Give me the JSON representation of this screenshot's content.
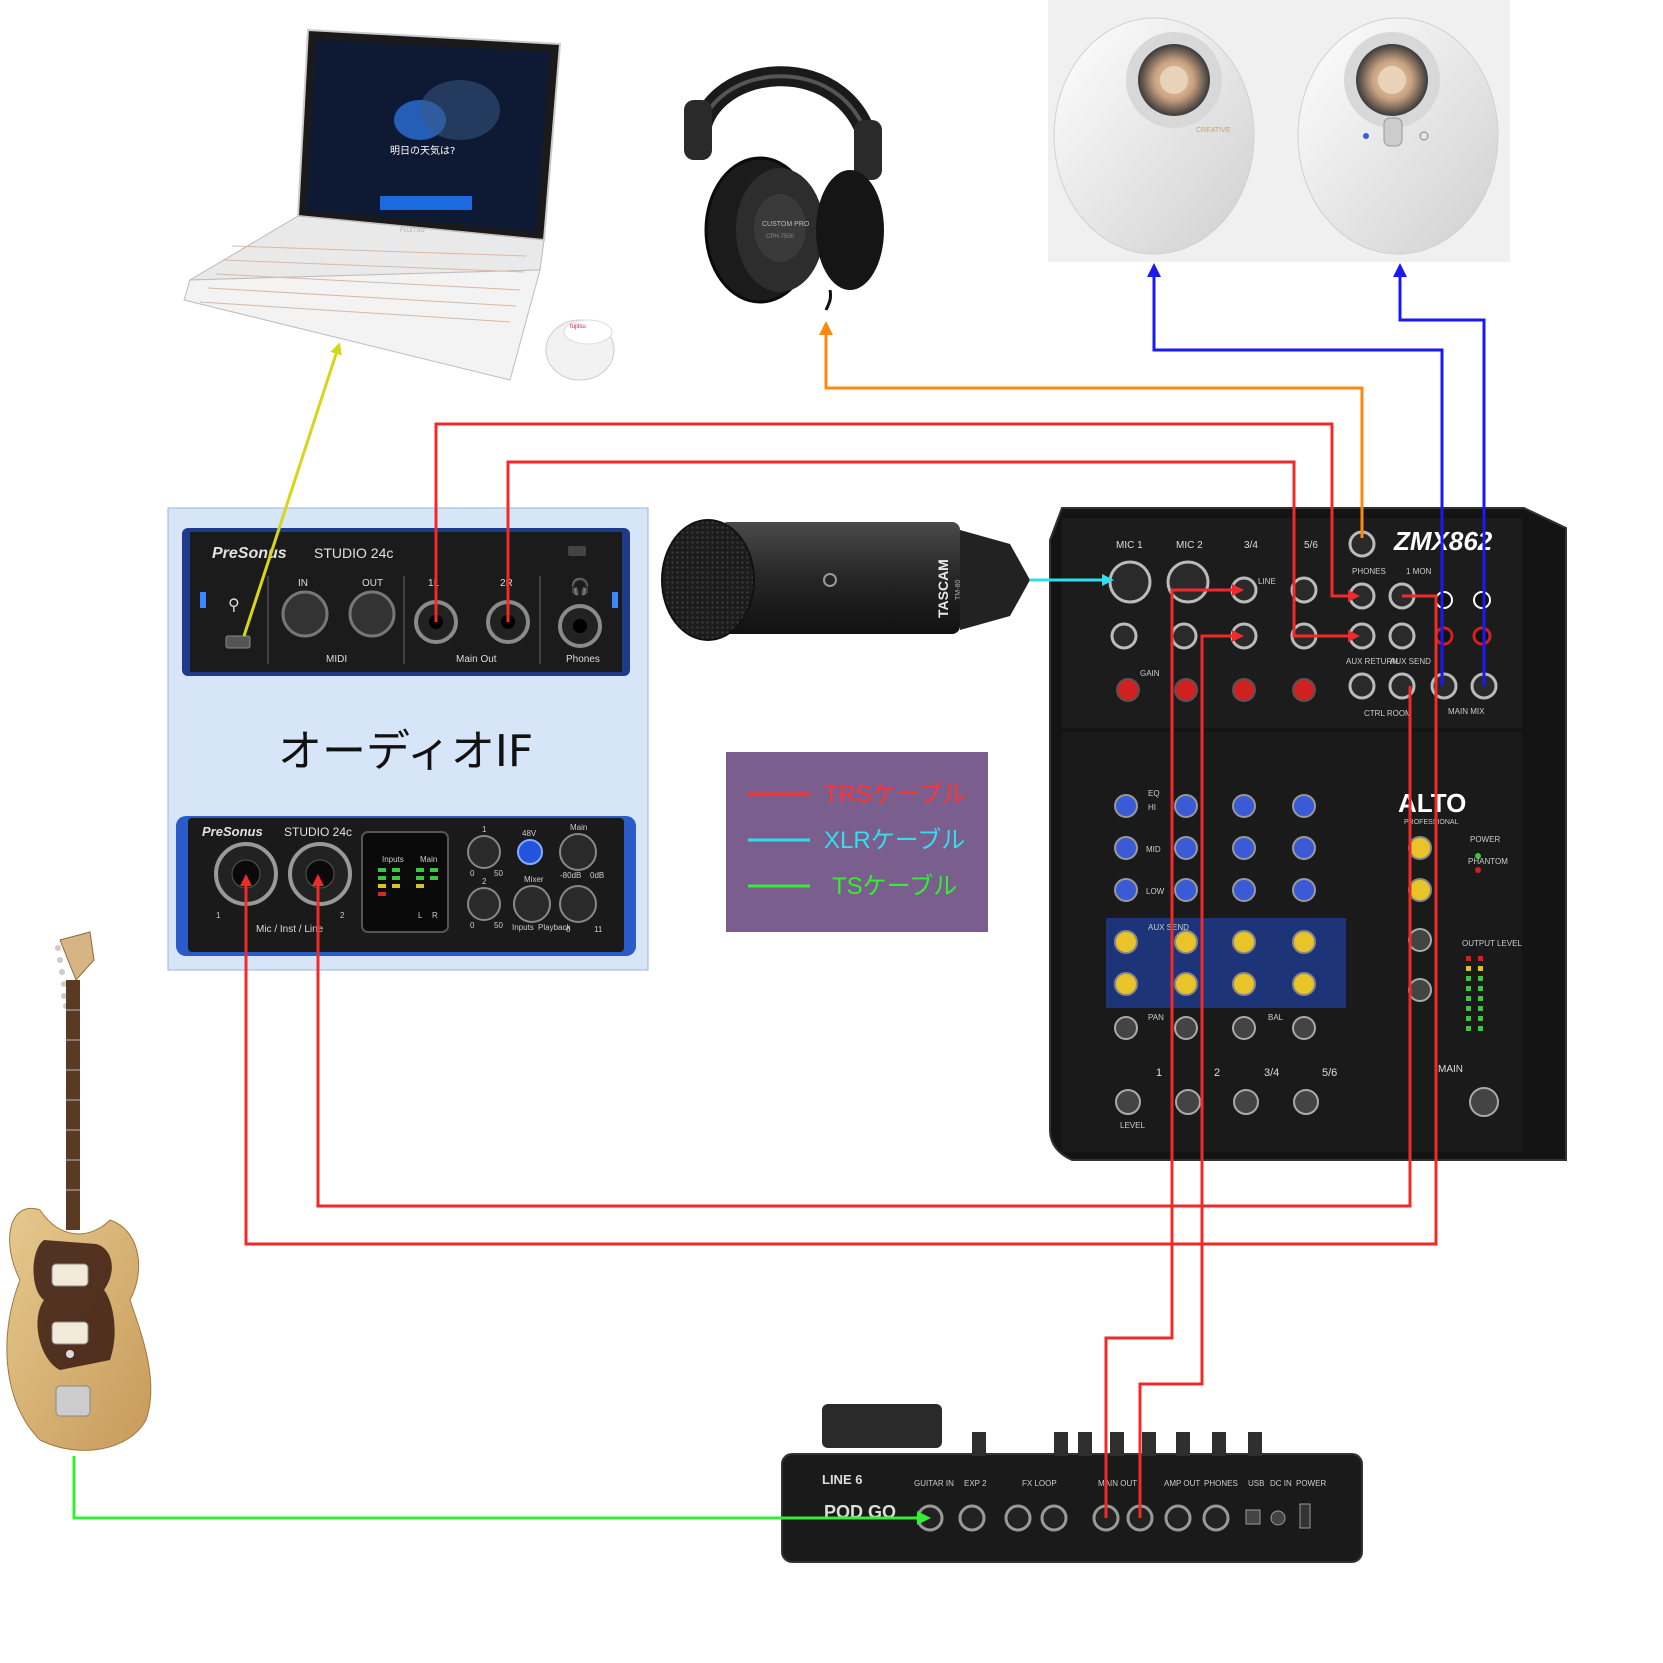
{
  "title": "",
  "audio_if_label": "オーディオIF",
  "legend": [
    {
      "label": "TRSケーブル",
      "color": "#ff3333"
    },
    {
      "label": "XLRケーブル",
      "color": "#33ddee"
    },
    {
      "label": "TSケーブル",
      "color": "#33ee33"
    }
  ],
  "colors": {
    "trs": "#ee2a2a",
    "xlr": "#33ddee",
    "ts": "#33ee33",
    "usb": "#d6d61a",
    "headphone": "#ff8811",
    "speaker": "#1a1aee",
    "legend_bg": "#7a5f8e",
    "audio_if_bg": "#d6e6f8"
  },
  "devices": {
    "laptop": {
      "screen_text": "明日の天気は?",
      "brand": "FUJITSU",
      "mouse_brand": "fujitsu",
      "icon": "laptop-icon"
    },
    "headphones": {
      "brand": "CUSTOM PRO",
      "model": "CPH-7500",
      "icon": "headphones-icon"
    },
    "speakers": {
      "brand": "CREATIVE",
      "icon": "speaker-icon"
    },
    "presonus_rear": {
      "brand": "PreSonus",
      "model": "STUDIO 24c",
      "labels": [
        "IN",
        "OUT",
        "MIDI",
        "1L",
        "2R",
        "Main Out",
        "Phones"
      ]
    },
    "presonus_front": {
      "brand": "PreSonus",
      "model": "STUDIO 24c",
      "labels": [
        "Inputs",
        "Main",
        "48V",
        "Main",
        "-80dB",
        "0dB",
        "Mixer",
        "Inputs",
        "Playback",
        "1",
        "2",
        "Mic / Inst / Line",
        "1",
        "2",
        "L",
        "R",
        "0",
        "50",
        "0",
        "50",
        "0",
        "11"
      ]
    },
    "microphone": {
      "brand": "TASCAM",
      "model": "TM-80"
    },
    "mixer": {
      "model": "ZMX862",
      "brand": "ALTO",
      "brand_sub": "PROFESSIONAL",
      "channels": [
        "MIC 1",
        "MIC 2",
        "3/4",
        "5/6"
      ],
      "labels": [
        "PHONES",
        "1 MON",
        "LINE",
        "AUX RETURN",
        "AUX SEND",
        "CTRL ROOM",
        "MAIN MIX",
        "GAIN",
        "EQ",
        "HI",
        "MID",
        "LOW",
        "AUX SEND",
        "PAN",
        "BAL",
        "LEVEL",
        "MAIN",
        "POWER",
        "PHANTOM",
        "OUTPUT LEVEL",
        "1",
        "2",
        "3/4",
        "5/6"
      ]
    },
    "guitar": {
      "icon": "guitar-icon"
    },
    "pod": {
      "brand": "LINE 6",
      "model": "POD GO",
      "labels": [
        "GUITAR IN",
        "EXP 2",
        "FX LOOP",
        "MAIN OUT",
        "AMP OUT",
        "PHONES",
        "USB",
        "DC IN",
        "POWER"
      ]
    }
  }
}
